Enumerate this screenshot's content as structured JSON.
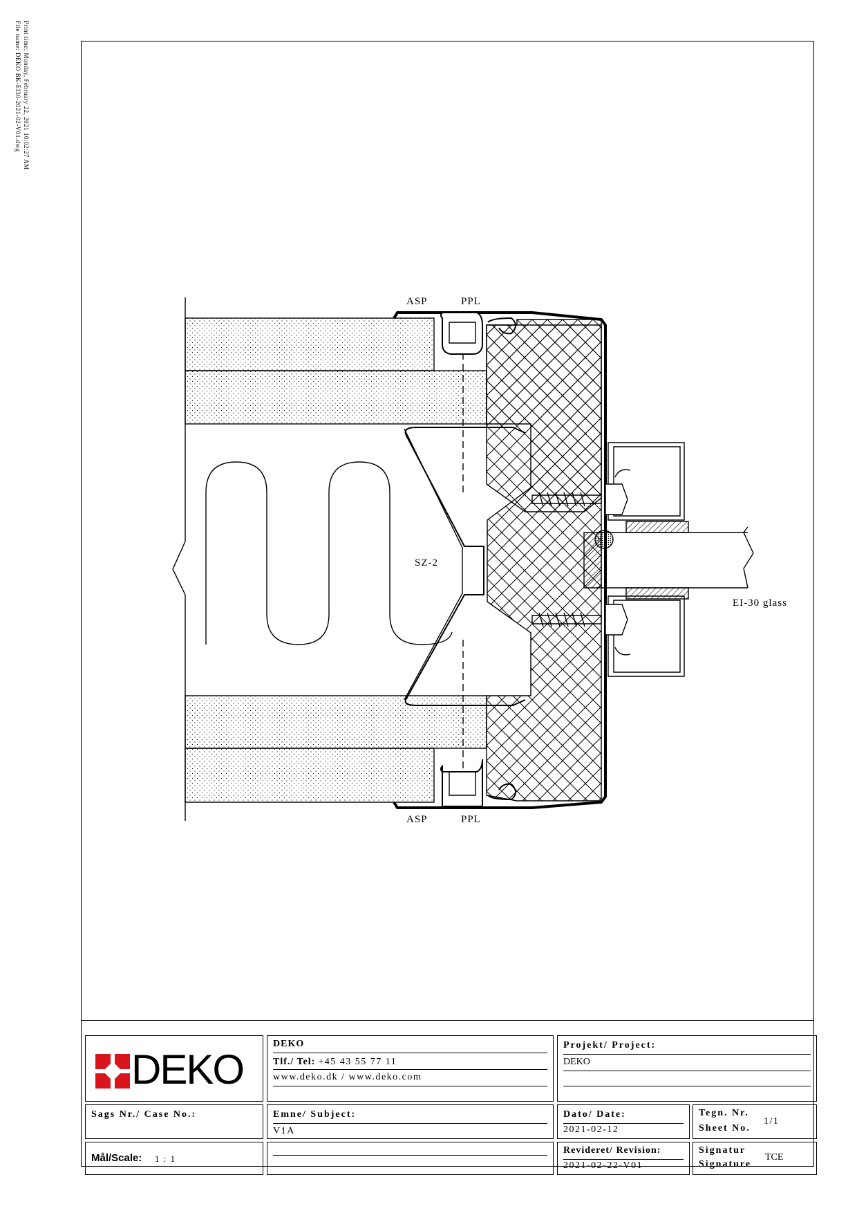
{
  "print_info": {
    "print_time": "Print time: Monday, February 22, 2021 10:02:27 AM",
    "file_name": "File name: DEKO BK-EI30-2021-02-V01.dwg"
  },
  "drawing_labels": {
    "asp_top": "ASP",
    "ppl_top": "PPL",
    "asp_bottom": "ASP",
    "ppl_bottom": "PPL",
    "profile": "SZ-2",
    "glass": "EI-30 glass"
  },
  "title_block": {
    "logo_text": "DEKO",
    "company": {
      "name": "DEKO",
      "phone_label": "Tlf./ Tel:",
      "phone": "+45 43 55 77 11",
      "web": "www.deko.dk / www.deko.com"
    },
    "project": {
      "label": "Projekt/ Project:",
      "value": "DEKO"
    },
    "case_no": {
      "label": "Sags Nr./ Case No.:",
      "value": ""
    },
    "subject": {
      "label": "Emne/ Subject:",
      "value": "V1A"
    },
    "date": {
      "label": "Dato/ Date:",
      "value": "2021-02-12"
    },
    "sheet": {
      "label_1": "Tegn. Nr.",
      "label_2": "Sheet No.",
      "value": "1/1"
    },
    "scale": {
      "label": "Mål/Scale:",
      "value": "1 : 1"
    },
    "revision": {
      "label": "Revideret/ Revision:",
      "value": "2021-02-22-V01"
    },
    "signature": {
      "label_1": "Signatur",
      "label_2": "Signature",
      "value": "TCE"
    }
  },
  "colors": {
    "line": "#000000",
    "logo_red": "#d8141c",
    "paper": "#ffffff"
  }
}
